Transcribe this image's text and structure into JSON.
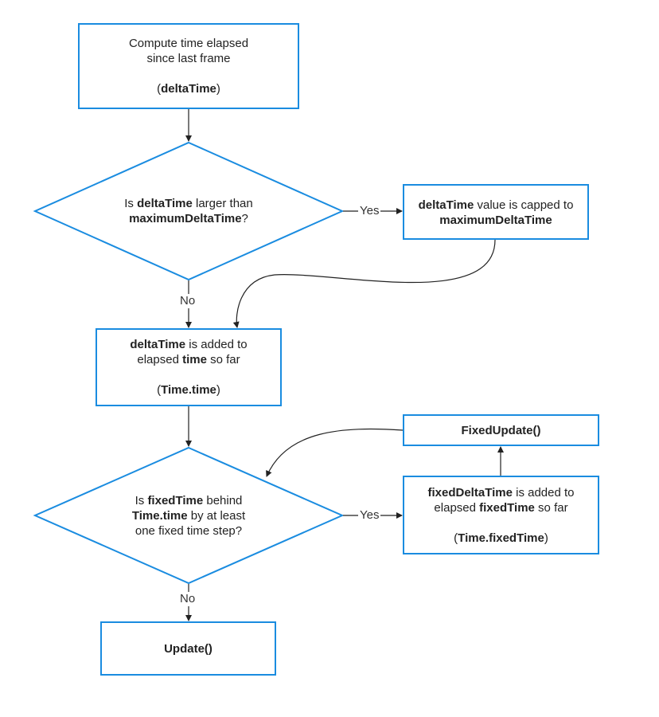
{
  "colors": {
    "node_stroke": "#1a8ce0",
    "edge_stroke": "#222222"
  },
  "nodes": {
    "compute": {
      "l1": "Compute time elapsed",
      "l2": "since last frame",
      "p_open": "(",
      "p_bold": "deltaTime",
      "p_close": ")"
    },
    "decision1": {
      "a": "Is ",
      "b": "deltaTime",
      "c": " larger than",
      "d": "maximumDeltaTime",
      "e": "?"
    },
    "capped": {
      "a": "deltaTime",
      "b": " value is capped to",
      "c": "maximumDeltaTime"
    },
    "added": {
      "a": "deltaTime",
      "b": " is added to",
      "c": "elapsed ",
      "d": "time",
      "e": " so far",
      "p_open": "(",
      "p_bold": "Time.time",
      "p_close": ")"
    },
    "decision2": {
      "a": "Is ",
      "b": "fixedTime",
      "c": " behind",
      "d": "Time.time",
      "e": " by at least",
      "f": "one fixed time step?"
    },
    "fixed_added": {
      "a": "fixedDeltaTime",
      "b": " is added to",
      "c": "elapsed ",
      "d": "fixedTime",
      "e": " so far",
      "p_open": "(",
      "p_bold": "Time.fixedTime",
      "p_close": ")"
    },
    "fixed_update": {
      "label": "FixedUpdate()"
    },
    "update": {
      "label": "Update()"
    }
  },
  "edges": {
    "yes1": "Yes",
    "no1": "No",
    "yes2": "Yes",
    "no2": "No"
  }
}
